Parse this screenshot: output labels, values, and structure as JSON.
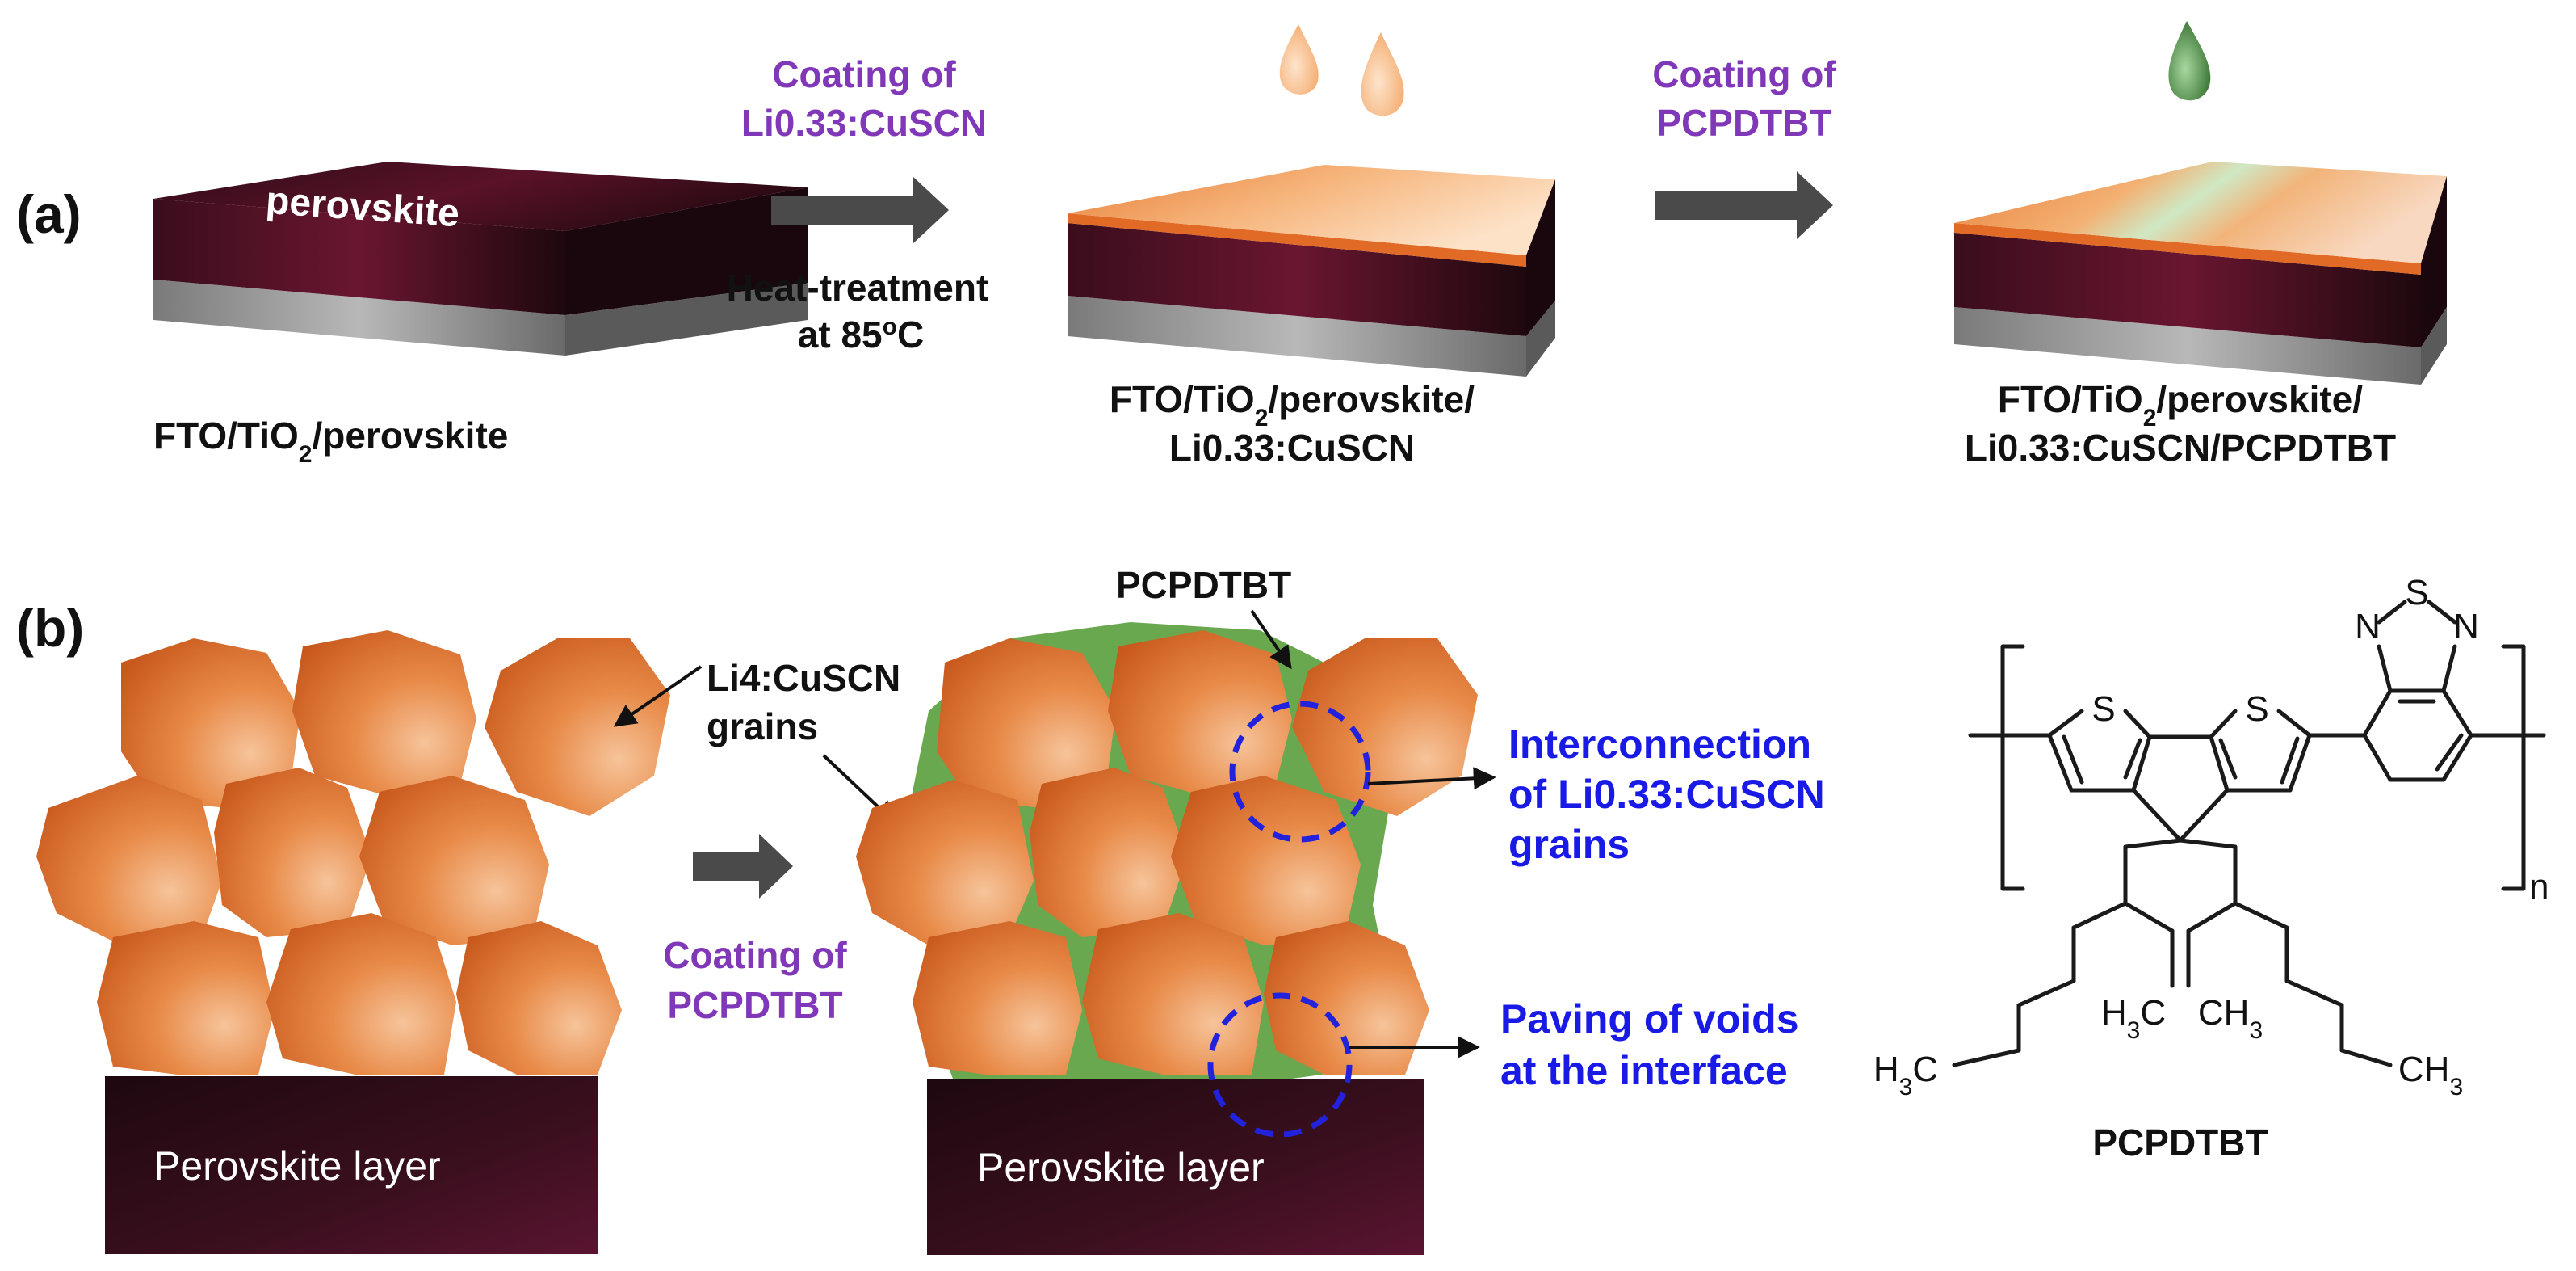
{
  "panel_a": {
    "label": "(a)",
    "device1": {
      "top_label": "perovskite",
      "caption_line1": "FTO/TiO",
      "caption_sub": "2",
      "caption_rest": "/perovskite"
    },
    "step1": {
      "coat_line1": "Coating of",
      "coat_line2": "Li0.33:CuSCN",
      "heat_line1": "Heat-treatment",
      "heat_line2_pre": "at 85",
      "heat_sup": "o",
      "heat_unit": "C"
    },
    "device2": {
      "line1_pre": "FTO/TiO",
      "line1_sub": "2",
      "line1_rest": "/perovskite/",
      "line2": "Li0.33:CuSCN"
    },
    "step2": {
      "coat_line1": "Coating of",
      "coat_line2": "PCPDTBT"
    },
    "device3": {
      "line1_pre": "FTO/TiO",
      "line1_sub": "2",
      "line1_rest": "/perovskite/",
      "line2": "Li0.33:CuSCN/PCPDTBT"
    }
  },
  "panel_b": {
    "label": "(b)",
    "grains_label_line1": "Li4:CuSCN",
    "grains_label_line2": "grains",
    "layer_label_left": "Perovskite layer",
    "layer_label_right": "Perovskite layer",
    "step": {
      "coat_line1": "Coating of",
      "coat_line2": "PCPDTBT"
    },
    "polymer_label": "PCPDTBT",
    "callout1": {
      "line1": "Interconnection",
      "line2": "of Li0.33:CuSCN",
      "line3": "grains"
    },
    "callout2": {
      "line1": "Paving of voids",
      "line2": "at the interface"
    }
  },
  "structure": {
    "atom_S": "S",
    "atom_N": "N",
    "h3c": "H",
    "h3c_sub": "3",
    "h3c_c": "C",
    "ch3_c": "CH",
    "ch3_sub": "3",
    "repeat": "n",
    "name": "PCPDTBT"
  },
  "colors": {
    "grain": "#d86a28",
    "polymer": "#6aa84f",
    "perovskite_dark": "#2a0a14",
    "accent_purple": "#8038b8",
    "accent_blue": "#1a1ae6",
    "arrow": "#4a4a4a"
  }
}
